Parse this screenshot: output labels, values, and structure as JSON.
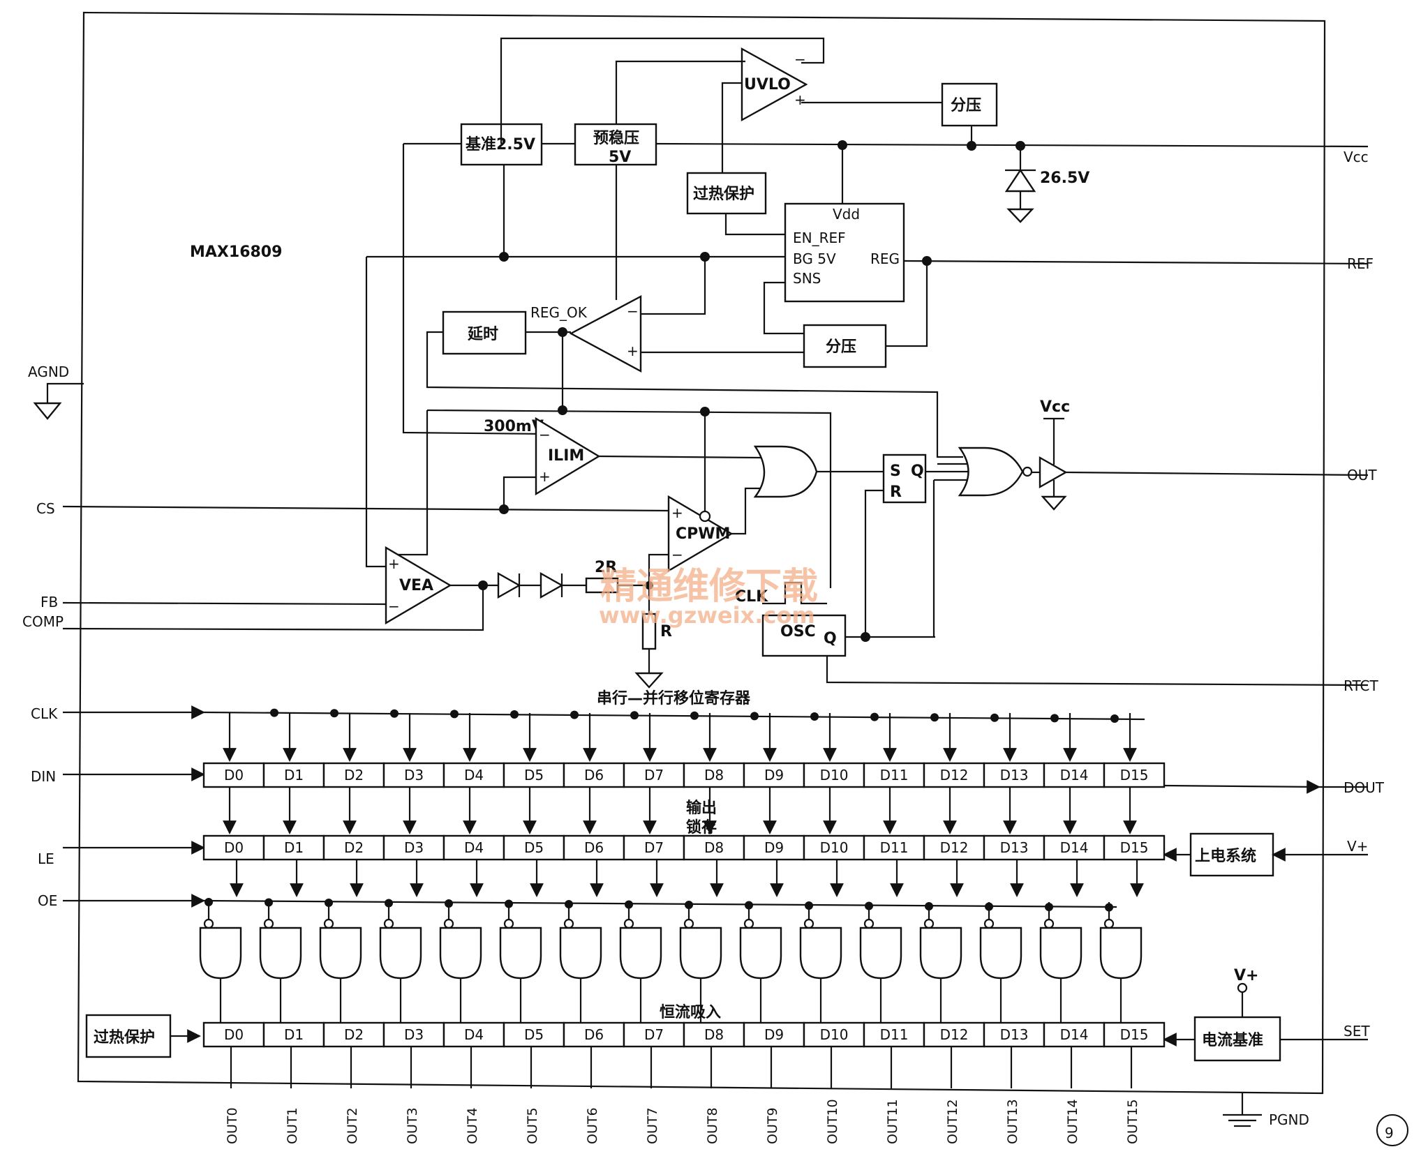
{
  "chip": "MAX16809",
  "figure_number": "9",
  "watermark": {
    "cn": "精通维修下载",
    "url": "www.gzweix.com"
  },
  "pins_left": [
    {
      "id": "agnd",
      "label": "AGND"
    },
    {
      "id": "cs",
      "label": "CS"
    },
    {
      "id": "fb",
      "label": "FB"
    },
    {
      "id": "comp",
      "label": "COMP"
    },
    {
      "id": "clk",
      "label": "CLK"
    },
    {
      "id": "din",
      "label": "DIN"
    },
    {
      "id": "le",
      "label": "LE"
    },
    {
      "id": "oe",
      "label": "OE"
    }
  ],
  "pins_right": [
    {
      "id": "vcc",
      "label": "Vcc"
    },
    {
      "id": "ref",
      "label": "REF"
    },
    {
      "id": "out",
      "label": "OUT"
    },
    {
      "id": "rtct",
      "label": "RTCT"
    },
    {
      "id": "dout",
      "label": "DOUT"
    },
    {
      "id": "vplus",
      "label": "V+"
    },
    {
      "id": "set",
      "label": "SET"
    },
    {
      "id": "pgnd",
      "label": "PGND"
    }
  ],
  "blocks": {
    "ref25": "基准2.5V",
    "prereg_line1": "预稳压",
    "prereg_line2": "5V",
    "uvlo": "UVLO",
    "divider_top": "分压",
    "otp_top": "过热保护",
    "reg_vdd": "Vdd",
    "reg_en": "EN_REF",
    "reg_bg": "BG 5V",
    "reg_reg": "REG",
    "reg_sns": "SNS",
    "delay": "延时",
    "reg_ok": "REG_OK",
    "divider_mid": "分压",
    "ilim": "ILIM",
    "ilim_ref": "300mV",
    "cpwm": "CPWM",
    "vea": "VEA",
    "sr_s": "S",
    "sr_q": "Q",
    "sr_r": "R",
    "osc": "OSC",
    "osc_q": "Q",
    "clk_label": "CLK",
    "res_2r": "2R",
    "res_r": "R",
    "zener": "26.5V",
    "vcc_driver": "Vcc",
    "shift_register": "串行—并行移位寄存器",
    "output_latch_line1": "输出",
    "output_latch_line2": "锁存",
    "constant_current": "恒流吸入",
    "power_on": "上电系统",
    "otp_bottom": "过热保护",
    "current_ref": "电流基准",
    "vplus_small": "V+"
  },
  "register_cells": [
    "D0",
    "D1",
    "D2",
    "D3",
    "D4",
    "D5",
    "D6",
    "D7",
    "D8",
    "D9",
    "D10",
    "D11",
    "D12",
    "D13",
    "D14",
    "D15"
  ],
  "outputs": [
    "OUT0",
    "OUT1",
    "OUT2",
    "OUT3",
    "OUT4",
    "OUT5",
    "OUT6",
    "OUT7",
    "OUT8",
    "OUT9",
    "OUT10",
    "OUT11",
    "OUT12",
    "OUT13",
    "OUT14",
    "OUT15"
  ]
}
